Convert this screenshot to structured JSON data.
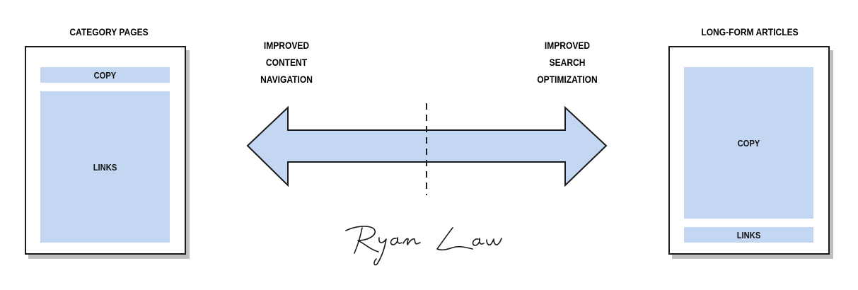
{
  "left_panel": {
    "title": "CATEGORY PAGES",
    "top_block": "COPY",
    "main_block": "LINKS"
  },
  "right_panel": {
    "title": "LONG-FORM ARTICLES",
    "main_block": "COPY",
    "bottom_block": "LINKS"
  },
  "left_arrow_label": [
    "IMPROVED",
    "CONTENT",
    "NAVIGATION"
  ],
  "right_arrow_label": [
    "IMPROVED",
    "SEARCH",
    "OPTIMIZATION"
  ],
  "signature": "Ryan Law",
  "colors": {
    "block_fill": "#c4d7f2",
    "outline": "#1a1a1a",
    "shadow": "#bfbfbf"
  }
}
